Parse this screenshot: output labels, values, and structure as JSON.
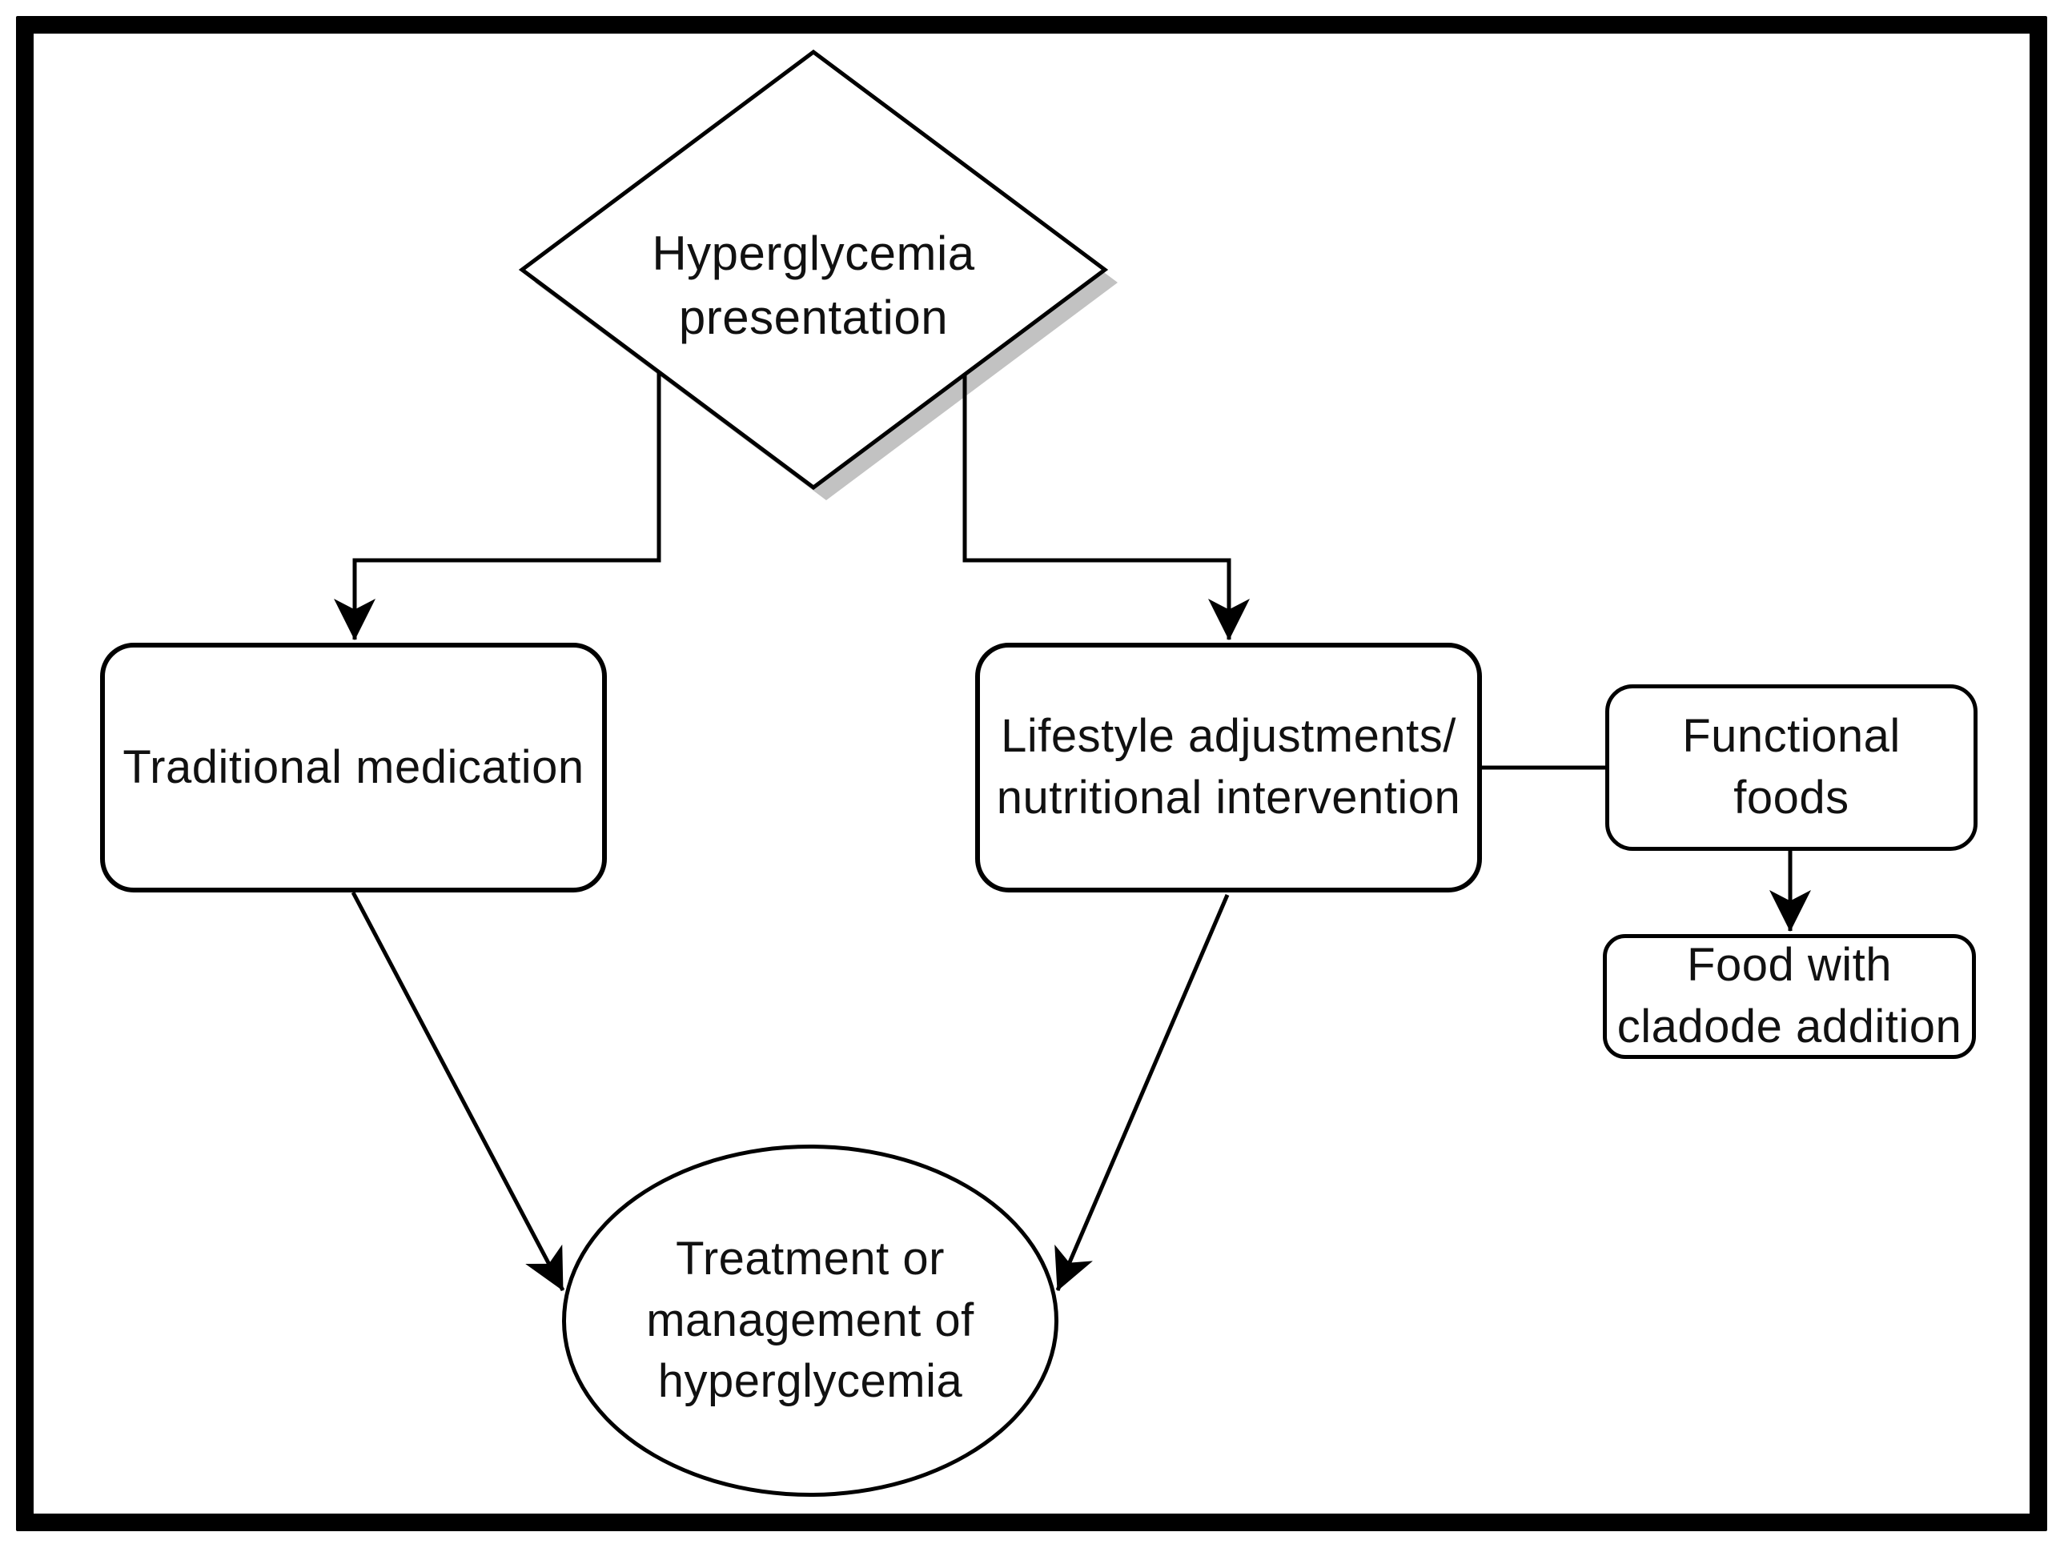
{
  "page": {
    "background": "#ffffff",
    "frame_color": "#000000"
  },
  "diagram": {
    "stroke_color": "#000000",
    "shadow_color": "#c2c2c2",
    "text_color": "#111111",
    "nodes": {
      "hyperglycemia": {
        "label": "Hyperglycemia\npresentation"
      },
      "traditional": {
        "label": "Traditional medication"
      },
      "lifestyle": {
        "label": "Lifestyle adjustments/\nnutritional intervention"
      },
      "functional": {
        "label": "Functional\nfoods"
      },
      "cladode": {
        "label": "Food with\ncladode addition"
      },
      "treatment": {
        "label": "Treatment or\nmanagement of\nhyperglycemia"
      }
    },
    "edges": [
      {
        "from": "hyperglycemia",
        "to": "traditional",
        "arrow": true
      },
      {
        "from": "hyperglycemia",
        "to": "lifestyle",
        "arrow": true
      },
      {
        "from": "lifestyle",
        "to": "functional",
        "arrow": false
      },
      {
        "from": "functional",
        "to": "cladode",
        "arrow": true
      },
      {
        "from": "traditional",
        "to": "treatment",
        "arrow": true
      },
      {
        "from": "lifestyle",
        "to": "treatment",
        "arrow": true
      }
    ]
  }
}
